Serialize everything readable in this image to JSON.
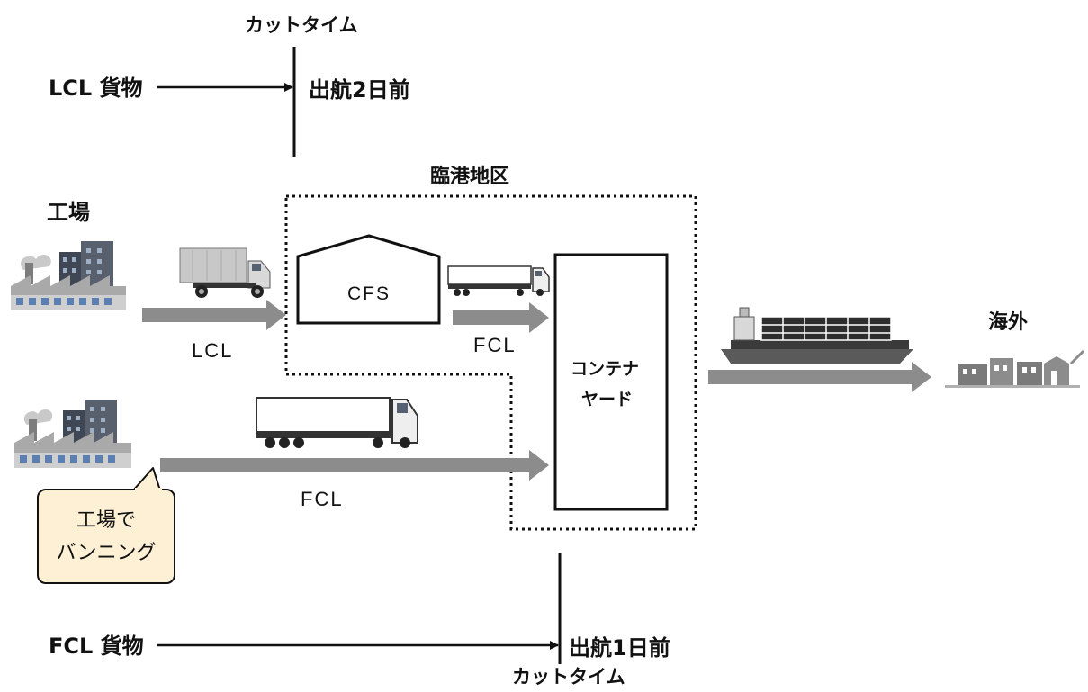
{
  "cutoff": {
    "top_label": "カットタイム",
    "bottom_label": "カットタイム"
  },
  "cargo": {
    "lcl_label": "LCL 貨物",
    "lcl_deadline": "出航2日前",
    "fcl_label": "FCL 貨物",
    "fcl_deadline": "出航1日前"
  },
  "zones": {
    "port_area": "臨港地区",
    "factory": "工場",
    "overseas": "海外",
    "cfs": "CFS",
    "container_yard_line1": "コンテナ",
    "container_yard_line2": "ヤード"
  },
  "flows": {
    "lcl": "LCL",
    "fcl_short": "FCL",
    "fcl_long": "FCL"
  },
  "callout": {
    "line1": "工場で",
    "line2": "バンニング"
  },
  "colors": {
    "arrow_gray": "#8c8c8c",
    "callout_fill": "#fdf0d5",
    "text": "#111111"
  }
}
